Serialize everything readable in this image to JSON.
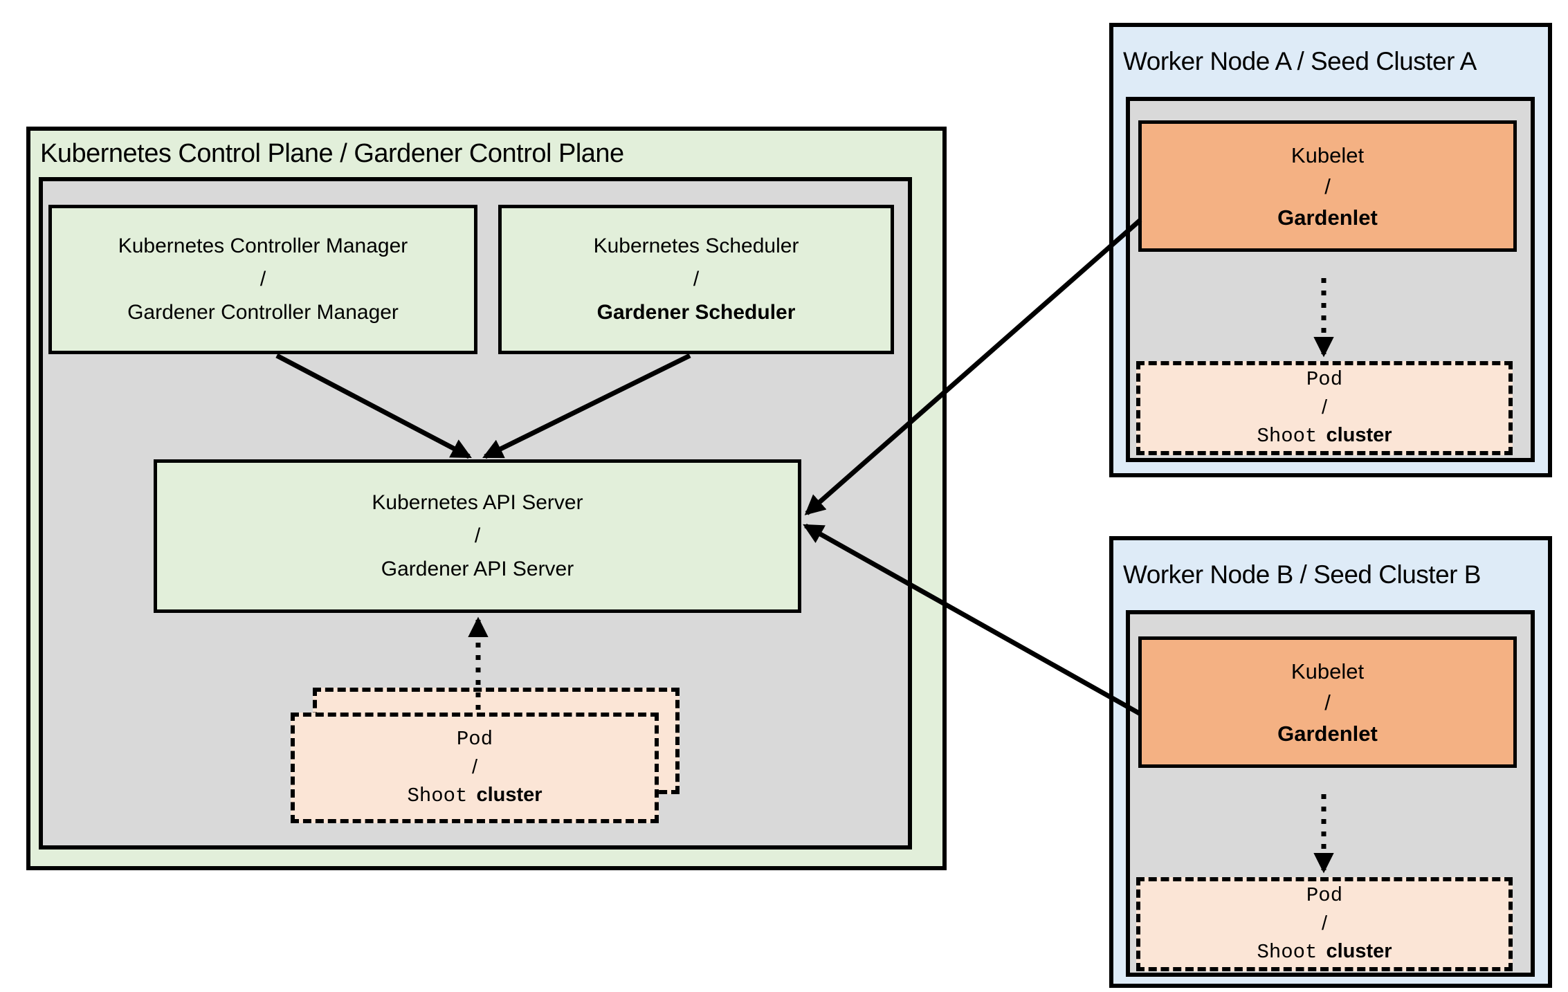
{
  "diagram": {
    "control_plane": {
      "title": "Kubernetes Control Plane / Gardener Control Plane",
      "controller_manager": {
        "line1": "Kubernetes Controller Manager",
        "separator": "/",
        "line2": "Gardener Controller Manager"
      },
      "scheduler": {
        "line1": "Kubernetes Scheduler",
        "separator": "/",
        "line2": "Gardener Scheduler"
      },
      "api_server": {
        "line1": "Kubernetes API Server",
        "separator": "/",
        "line2": "Gardener API Server"
      },
      "pod": {
        "line1": "Pod",
        "separator": "/",
        "line2_code": "Shoot",
        "line2_plain": "cluster"
      }
    },
    "worker_node_a": {
      "title": "Worker Node A / Seed Cluster A",
      "kubelet": {
        "line1": "Kubelet",
        "separator": "/",
        "line2": "Gardenlet"
      },
      "pod": {
        "line1": "Pod",
        "separator": "/",
        "line2_code": "Shoot",
        "line2_plain": "cluster"
      }
    },
    "worker_node_b": {
      "title": "Worker Node B / Seed Cluster B",
      "kubelet": {
        "line1": "Kubelet",
        "separator": "/",
        "line2": "Gardenlet"
      },
      "pod": {
        "line1": "Pod",
        "separator": "/",
        "line2_code": "Shoot",
        "line2_plain": "cluster"
      }
    },
    "colors": {
      "panel_green": "#E2EFDA",
      "panel_blue": "#DEEBF7",
      "inner_gray": "#D9D9D9",
      "kubelet_orange": "#F4B183",
      "pod_peach": "#FBE5D6",
      "line_black": "#000000"
    }
  }
}
